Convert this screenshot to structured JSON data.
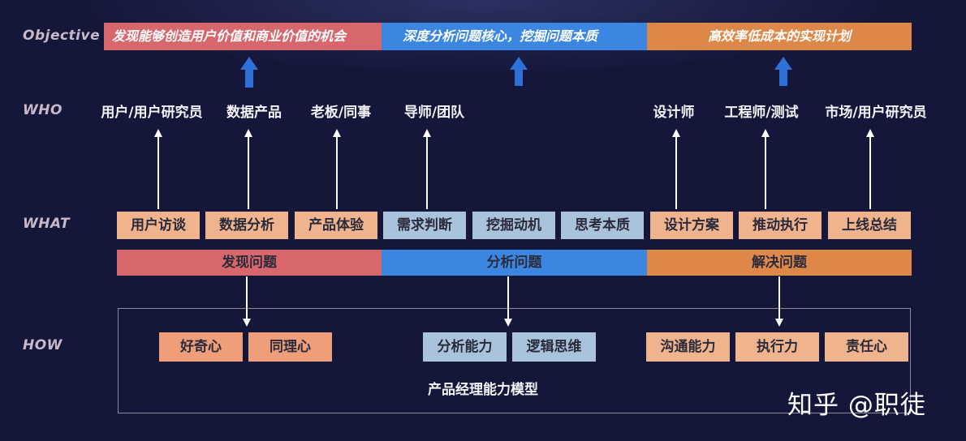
{
  "row_labels": {
    "objective": "Objective",
    "who": "WHO",
    "what": "WHAT",
    "how": "HOW"
  },
  "objectives": [
    {
      "text": "发现能够创造用户价值和商业价值的机会",
      "color": "#d8666d"
    },
    {
      "text": "深度分析问题核心，挖掘问题本质",
      "color": "#3b86e0"
    },
    {
      "text": "高效率低成本的实现计划",
      "color": "#dd8748"
    }
  ],
  "who": [
    "用户/用户研究员",
    "数据产品",
    "老板/同事",
    "导师/团队",
    "设计师",
    "工程师/测试",
    "市场/用户研究员"
  ],
  "what": [
    {
      "text": "用户访谈",
      "color": "#efb48e"
    },
    {
      "text": "数据分析",
      "color": "#efb48e"
    },
    {
      "text": "产品体验",
      "color": "#efb48e"
    },
    {
      "text": "需求判断",
      "color": "#a9c3dc"
    },
    {
      "text": "挖掘动机",
      "color": "#a9c3dc"
    },
    {
      "text": "思考本质",
      "color": "#a9c3dc"
    },
    {
      "text": "设计方案",
      "color": "#efb48e"
    },
    {
      "text": "推动执行",
      "color": "#efb48e"
    },
    {
      "text": "上线总结",
      "color": "#efb48e"
    }
  ],
  "phases": [
    {
      "text": "发现问题",
      "color": "#d8666d"
    },
    {
      "text": "分析问题",
      "color": "#3b86e0"
    },
    {
      "text": "解决问题",
      "color": "#dd8748"
    }
  ],
  "how": [
    {
      "text": "好奇心",
      "color": "#ee9e78"
    },
    {
      "text": "同理心",
      "color": "#ee9e78"
    },
    {
      "text": "分析能力",
      "color": "#a9c3dc"
    },
    {
      "text": "逻辑思维",
      "color": "#a9c3dc"
    },
    {
      "text": "沟通能力",
      "color": "#efb48e"
    },
    {
      "text": "执行力",
      "color": "#efb48e"
    },
    {
      "text": "责任心",
      "color": "#efb48e"
    }
  ],
  "model_title": "产品经理能力模型",
  "watermark": "知乎 @职徒",
  "colors": {
    "up_arrow": "#2f6fd8",
    "white_arrow": "#ffffff",
    "background": "#15173a"
  }
}
